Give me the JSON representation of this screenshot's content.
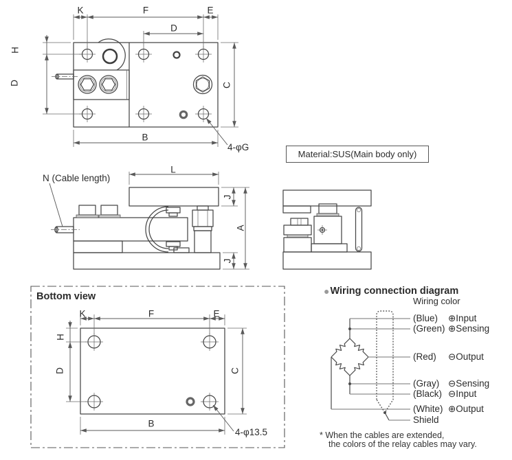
{
  "top_view": {
    "dim_k": "K",
    "dim_f": "F",
    "dim_e": "E",
    "dim_d_top": "D",
    "dim_h": "H",
    "dim_d_left": "D",
    "dim_c": "C",
    "dim_b": "B",
    "hole_note": "4-φG"
  },
  "material_note": "Material:SUS(Main body only)",
  "side_view": {
    "cable_note": "N (Cable length)",
    "dim_l": "L",
    "dim_j_top": "J",
    "dim_a": "A",
    "dim_j_bottom": "J"
  },
  "bottom_view": {
    "title": "Bottom view",
    "dim_k": "K",
    "dim_f": "F",
    "dim_e": "E",
    "dim_h": "H",
    "dim_d": "D",
    "dim_c": "C",
    "dim_b": "B",
    "hole_note": "4-φ13.5"
  },
  "wiring": {
    "bullet": "●",
    "heading": "Wiring connection diagram",
    "column_title": "Wiring color",
    "rows": [
      {
        "color": "(Blue)",
        "terminal": "⊕Input"
      },
      {
        "color": "(Green)",
        "terminal": "⊕Sensing"
      },
      {
        "color": "(Red)",
        "terminal": "⊖Output"
      },
      {
        "color": "(Gray)",
        "terminal": "⊖Sensing"
      },
      {
        "color": "(Black)",
        "terminal": "⊖Input"
      },
      {
        "color": "(White)",
        "terminal": "⊕Output"
      },
      {
        "color": "Shield",
        "terminal": ""
      }
    ],
    "footnote1": "* When the cables are extended,",
    "footnote2": "the colors of the relay cables may vary."
  },
  "colors": {
    "outline": "#464646",
    "dimension": "#5a5a5a",
    "wire": "#8f8f8f",
    "text": "#2b2b2b",
    "bullet": "#9a9a9a",
    "background": "#ffffff"
  }
}
